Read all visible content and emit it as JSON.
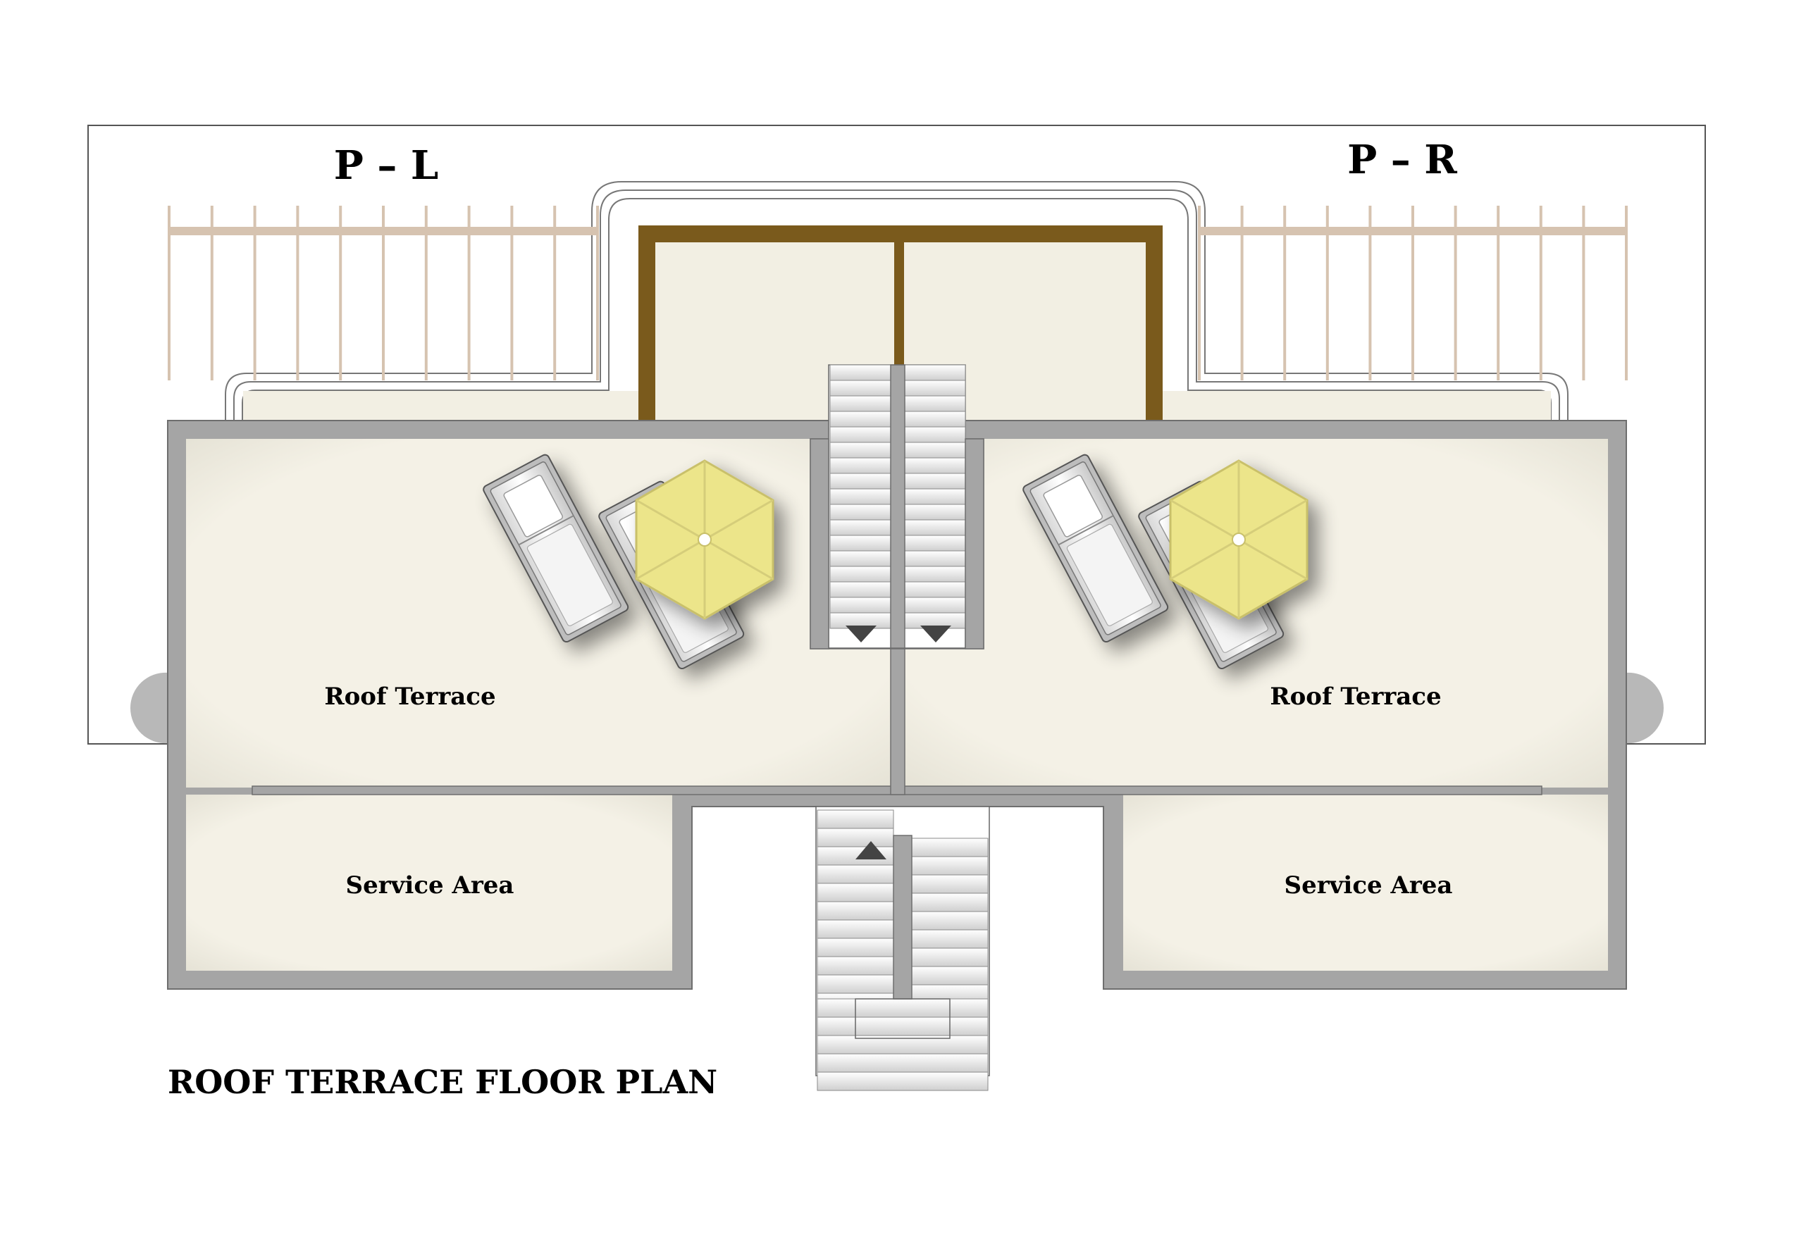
{
  "labels": {
    "unit_left": "P – L",
    "unit_right": "P – R",
    "roof_terrace_left": "Roof Terrace",
    "roof_terrace_right": "Roof Terrace",
    "service_area_left": "Service Area",
    "service_area_right": "Service Area",
    "plan_title": "ROOF TERRACE FLOOR PLAN"
  },
  "colors": {
    "wall": "#a5a5a5",
    "floor": "#f2efe3",
    "pergola": "#7a5a1c",
    "railing": "#d6c3b0",
    "umbrella": "#ede68a",
    "outline": "#555555"
  },
  "icons": {
    "umbrella": "umbrella-icon",
    "sunbed": "sunbed-icon",
    "stair_arrow": "stair-arrow-icon"
  }
}
